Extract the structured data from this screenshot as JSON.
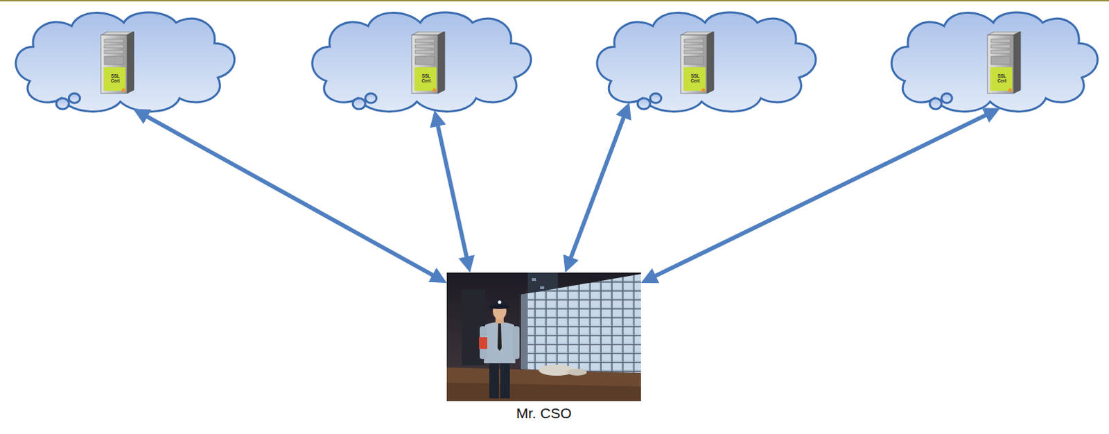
{
  "diagram": {
    "nodes": [
      {
        "text": [
          "SSL Cert"
        ]
      },
      {
        "text": [
          "SSL Cert"
        ]
      },
      {
        "text": [
          "SSL Cert"
        ]
      },
      {
        "text": [
          "SSL Cert"
        ]
      },
      {
        "text": [
          "Mr. CSO"
        ]
      }
    ],
    "edges": [
      {
        "from": 0,
        "to": 4,
        "arrow": "both"
      },
      {
        "from": 1,
        "to": 4,
        "arrow": "both"
      },
      {
        "from": 2,
        "to": 4,
        "arrow": "both"
      },
      {
        "from": 3,
        "to": 4,
        "arrow": "both"
      }
    ]
  }
}
